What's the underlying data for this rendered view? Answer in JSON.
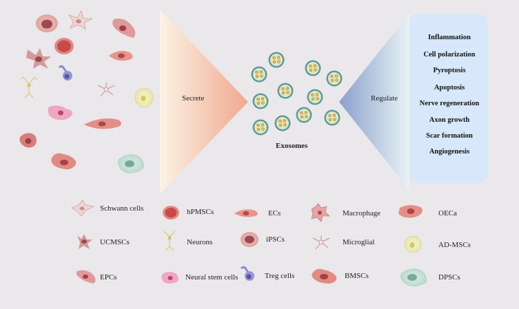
{
  "center": {
    "secrete_label": "Secrete",
    "regulate_label": "Regulate",
    "exosomes_label": "Exosomes"
  },
  "regulates": [
    "Inflammation",
    "Cell polarization",
    "Pyroptosis",
    "Apoptosis",
    "Nerve regeneration",
    "Axon growth",
    "Scar formation",
    "Angiogenesis"
  ],
  "legend": [
    "Schwann cells",
    "hPMSCs",
    "ECs",
    "Macrophage",
    "OECa",
    "UCMSCs",
    "Neurons",
    "iPSCs",
    "Microglial",
    "AD-MSCs",
    "EPCs",
    "Neural stem cells",
    "Treg cells",
    "BMSCs",
    "DPSCs"
  ],
  "colors": {
    "background": "#eae8ea",
    "secrete_gradient_start": "#fbf3e4",
    "secrete_gradient_end": "#f0a890",
    "regulate_gradient_start": "#8aa0cc",
    "regulate_gradient_end": "#e8f3f5",
    "regulate_box": "#d7e6fa",
    "exosome_outer": "#5a9aa0",
    "exosome_inner": "#d8e6b8",
    "cell_pink": "#e3a8a4",
    "cell_nucleus": "#b8505a"
  }
}
